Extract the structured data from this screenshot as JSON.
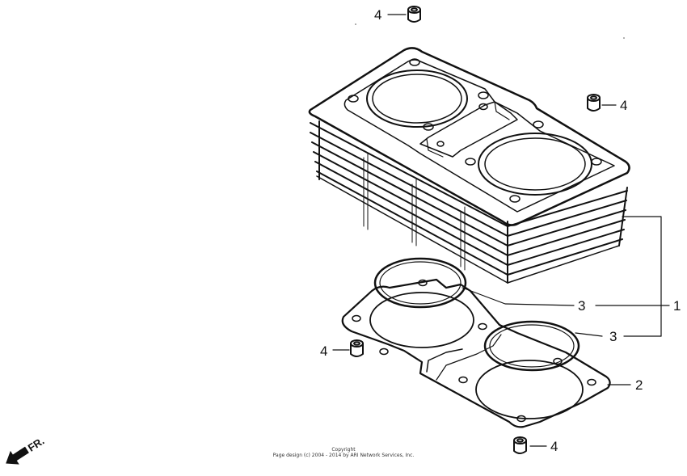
{
  "diagram": {
    "callouts": [
      {
        "id": "dowel-top",
        "label": "4"
      },
      {
        "id": "dowel-right",
        "label": "4"
      },
      {
        "id": "dowel-left",
        "label": "4"
      },
      {
        "id": "dowel-bottom",
        "label": "4"
      },
      {
        "id": "oring-upper",
        "label": "3"
      },
      {
        "id": "oring-lower",
        "label": "3"
      },
      {
        "id": "cylinder",
        "label": "1"
      },
      {
        "id": "gasket",
        "label": "2"
      }
    ],
    "front_marker": "FR."
  },
  "footer": {
    "line1": "Copyright",
    "line2": "Page design (c) 2004 - 2014 by ARI Network Services, Inc."
  },
  "colors": {
    "ink": "#111111",
    "background": "#ffffff"
  }
}
